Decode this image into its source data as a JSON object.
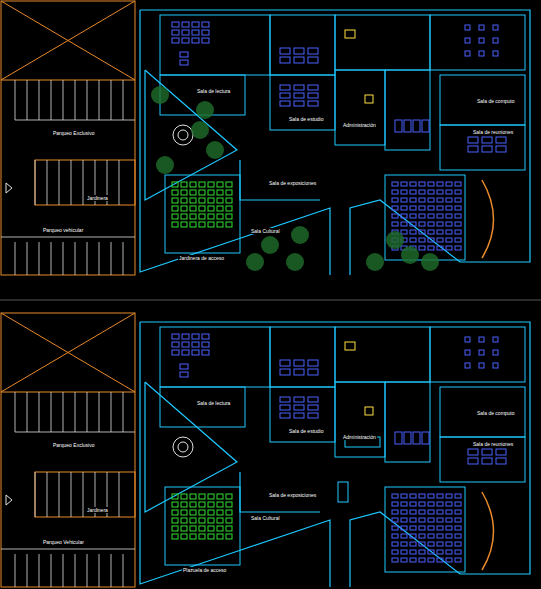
{
  "diagram": {
    "labels": [
      "Parqueo Exclusivo",
      "Jardinera",
      "Parqueo vehicular",
      "Sala de lectura",
      "Sala de estudio",
      "Administración",
      "Sala de computo",
      "Sala de reuniones",
      "Sala de exposiciones",
      "Sala Cultural",
      "Jardinera de acceso",
      "Parqueo Exclusivo",
      "Jardinera",
      "Parqueo Vehicular",
      "Sala de lectura",
      "Sala de estudio",
      "Administración",
      "Sala de computo",
      "Sala de reuniones",
      "Sala de exposiciones",
      "Sala Cultural",
      "Plazuela de acceso"
    ]
  }
}
